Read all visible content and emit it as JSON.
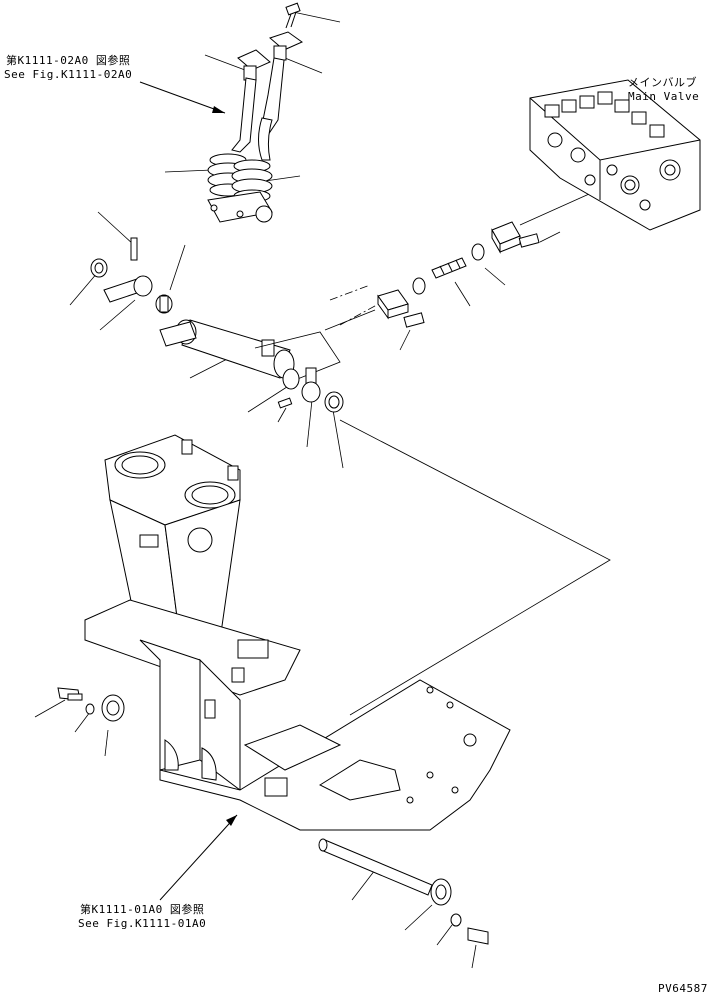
{
  "refs": {
    "ref_top_jp": "第K1111-02A0 図参照",
    "ref_top_en": "See Fig.K1111-02A0",
    "ref_bottom_jp": "第K1111-01A0 図参照",
    "ref_bottom_en": "See Fig.K1111-01A0"
  },
  "main_valve": {
    "jp": "メインバルブ",
    "en": "Main Valve"
  },
  "drawing_code": "PV64587"
}
